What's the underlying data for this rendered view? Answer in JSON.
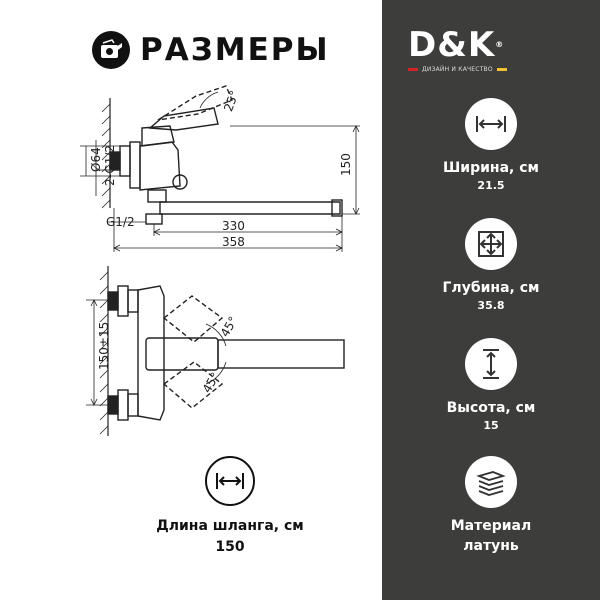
{
  "header": {
    "title": "РАЗМЕРЫ",
    "icon": "tape-measure-icon"
  },
  "drawing": {
    "angle_top": "25°",
    "diameter": "Ø64",
    "thread_inlet": "2-G1/2",
    "height_dim": "150",
    "thread_bottom": "G1/2",
    "spout_reach": "330",
    "overall_length": "358",
    "center_distance": "150±15",
    "angle_upper": "45°",
    "angle_lower": "45°"
  },
  "hose": {
    "label": "Длина шланга, см",
    "value": "150",
    "icon": "horizontal-arrows-icon"
  },
  "brand": {
    "name": "D&K",
    "reg": "®",
    "tagline": "ДИЗАЙН И КАЧЕСТВО"
  },
  "specs": {
    "width": {
      "label": "Ширина, см",
      "value": "21.5",
      "icon": "horizontal-arrows-icon"
    },
    "depth": {
      "label": "Глубина, см",
      "value": "35.8",
      "icon": "four-way-arrows-icon"
    },
    "height": {
      "label": "Высота, см",
      "value": "15",
      "icon": "vertical-arrows-icon"
    },
    "material": {
      "label": "Материал",
      "value": "латунь",
      "icon": "material-layers-icon"
    }
  },
  "colors": {
    "panel": "#3d3d3b",
    "brand_red": "#d4232a",
    "brand_yellow": "#f2c230"
  }
}
